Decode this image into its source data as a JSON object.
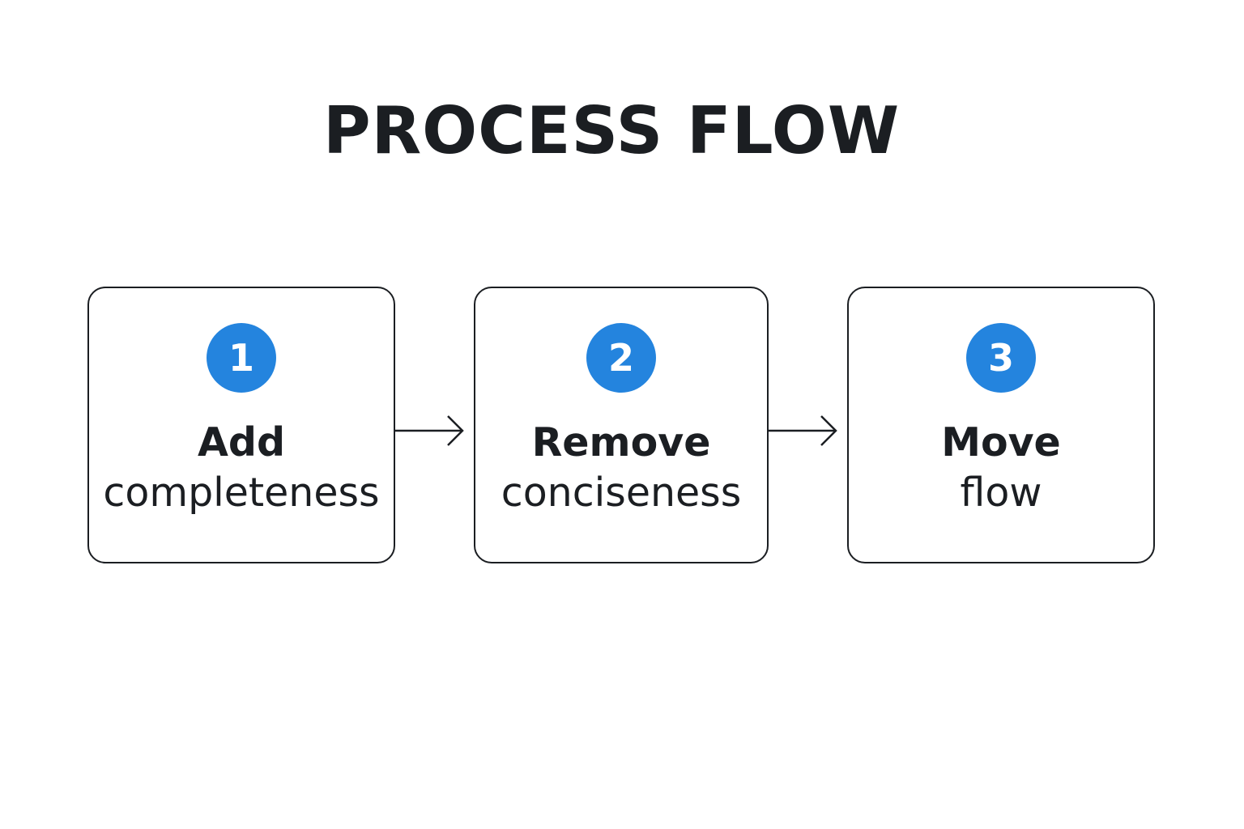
{
  "title": "PROCESS FLOW",
  "colors": {
    "accent": "#2484de",
    "stroke": "#1b1e22",
    "background": "#ffffff"
  },
  "steps": [
    {
      "number": "1",
      "line1": "Add",
      "line2": "completeness"
    },
    {
      "number": "2",
      "line1": "Remove",
      "line2": "conciseness"
    },
    {
      "number": "3",
      "line1": "Move",
      "line2": "flow"
    }
  ],
  "connectors": [
    {
      "icon": "arrow-right-icon"
    },
    {
      "icon": "arrow-right-icon"
    }
  ]
}
